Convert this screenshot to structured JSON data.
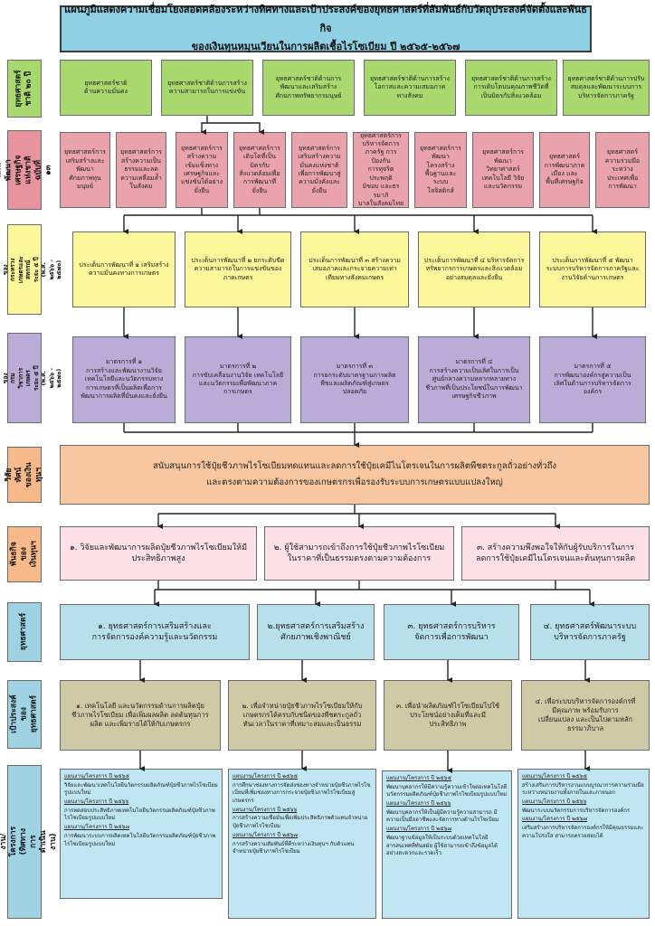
{
  "title": {
    "line1": "แผนภูมิแสดงความเชื่อมโยงสอดคล้องระหว่างทิศทางและเป้าประสงค์ของยุทธศาสตร์ที่สัมพันธ์กับวัตถุประสงค์จัดตั้งและพันธกิจ",
    "line2": "ของเงินทุนหมุนเวียนในการผลิตเชื้อไรโซเบียม ปี ๒๕๖๕-๒๕๖๗"
  },
  "row_labels": {
    "national": "ยุทธศาสตร์\nชาติ ๒๐ ปี",
    "plan13": "แผนพัฒนา\nเศรษฐกิจแห่งชาติ\nฉบับที่ ๑๓",
    "ministry": "แผนปฏิบัติราชการของ\nกระทรวงเกษตรและสหกรณ์\nระยะ ๕ ปี\n(พ.ศ. ๒๕๖๖ - ๒๕๗๐)",
    "department": "แผนปฏิบัติราชการของ\nกรมวิชาการเกษตร ระยะ ๕ ปี\n(พ.ศ. ๒๕๖๖ - ๒๕๗๐)",
    "vision": "วิสัยทัศน์\nของเงินทุนฯ",
    "mission": "พันธกิจของ\nเงินทุนฯ",
    "strategy": "ยุทธศาสตร์",
    "goals": "เป้าประสงค์\nของยุทธศาสตร์",
    "projects": "แผนงาน/โครงการ\n(ทิศทางการดำเนินงาน)"
  },
  "national_strategies": [
    "ยุทธศาสตร์ชาติ\nด้านความมั่นคง",
    "ยุทธศาสตร์ชาติด้านการสร้าง\nความสามารถในการแข่งขัน",
    "ยุทธศาสตร์ชาติด้านการ\nพัฒนาและเสริมสร้าง\nศักยภาพทรัพยากรมนุษย์",
    "ยุทธศาสตร์ชาติด้านการสร้าง\nโอกาสและความเสมอภาค\nทางสังคม",
    "ยุทธศาสตร์ชาติด้านการสร้าง\nการเติบโตบนคุณภาพชีวิตที่\nเป็นมิตรกับสิ่งแวดล้อม",
    "ยุทธศาสตร์ชาติด้านการปรับ\nสมดุลและพัฒนาระบบการ\nบริหารจัดการภาครัฐ"
  ],
  "plan13_strategies": [
    "ยุทธศาสตร์การ\nเสริมสร้างและ\nพัฒนา\nศักยภาพทุน\nมนุษย์",
    "ยุทธศาสตร์การ\nสร้างความเป็น\nธรรมและลด\nความเหลื่อมล้ำ\nในสังคม",
    "ยุทธศาสตร์การ\nสร้างความ\nเข้มแข็งทาง\nเศรษฐกิจและ\nแข่งขันได้อย่าง\nยั่งยืน",
    "ยุทธศาสตร์การ\nเติบโตที่เป็น\nมิตรกับ\nสิ่งแวดล้อมเพื่อ\nการพัฒนาที่\nยั่งยืน",
    "ยุทธศาสตร์การ\nเสริมสร้างความ\nมั่นคงแห่งชาติ\nเพื่อการพัฒนาสู่\nความมั่งคั่งและ\nยั่งยืน",
    "ยุทธศาสตร์การ\nบริหารจัดการ\nภาครัฐ การป้องกัน\nการทุจริตประพฤติ\nมิชอบ และธรรมาภิ\nบาลในสังคมไทย",
    "ยุทธศาสตร์การ\nพัฒนา\nโครงสร้าง\nพื้นฐานและ\nระบบ\nโลจิสติกส์",
    "ยุทธศาสตร์การ\nพัฒนา\nวิทยาศาสตร์\nเทคโนโลยี วิจัย\nและนวัตกรรม",
    "ยุทธศาสตร์\nการพัฒนาภาค\nเมือง และ\nพื้นที่เศรษฐกิจ",
    "ยุทธศาสตร์\nความร่วมมือ\nระหว่าง\nประเทศเพื่อ\nการพัฒนา"
  ],
  "ministry_issues": [
    "ประเด็นการพัฒนาที่ ๑ เสริมสร้าง\nความมั่นคงทางการเกษตร",
    "ประเด็นการพัฒนาที่ ๒ ยกระดับขีด\nความสามารถในการแข่งขันของ\nภาคเกษตร",
    "ประเด็นการพัฒนาที่ ๓ สร้างความ\nเสมอภาคและกระจายความเท่า\nเทียมทางสังคมเกษตร",
    "ประเด็นการพัฒนาที่ ๔ บริหารจัดการ\nทรัพยากรการเกษตรและสิ่งแวดล้อม\nอย่างสมดุลและยั่งยืน",
    "ประเด็นการพัฒนาที่ ๕ พัฒนา\nระบบการบริหารจัดการภาครัฐและ\nงานวิจัยด้านการเกษตร"
  ],
  "department_measures": [
    "มาตรการที่ ๑\nการสร้างและพัฒนางานวิจัย\nเทคโนโลยีและนวัตกรรมทาง\nการเกษตรที่เป็นผลิตเพื่อการ\nพัฒนาการผลิตที่มั่นคงและยั่งยืน",
    "มาตรการที่ ๒\nการขับเคลื่อนงานวิจัย เทคโนโลยี\nและนวัตกรรมเพื่อพัฒนาภาค\nการเกษตร",
    "มาตรการที่ ๓\nการยกระดับมาตรฐานการผลิต\nพืชและผลิตภัณฑ์สู่เกษตร\nปลอดภัย",
    "มาตรการที่ ๔\nการสร้างความเป็นเลิศในการเป็น\nศูนย์กลางความหลากหลายทาง\nชีวภาพที่เป็นประโยชน์ในการพัฒนา\nเศรษฐกิจชีวภาพ",
    "มาตรการที่ ๕\nการพัฒนาองค์กรสู่ความเป็น\nเลิศในด้านการบริหารจัดการ\nองค์กร"
  ],
  "vision": {
    "line1": "สนับสนุนการใช้ปุ๋ยชีวภาพไรโซเบียมทดแทนและลดการใช้ปุ๋ยเคมีไนโตรเจนในการผลิตพืชตระกูลถั่วอย่างทั่วถึง",
    "line2": "และตรงตามความต้องการของเกษตรกรเพื่อรองรับระบบการเกษตรแบบแปลงใหญ่"
  },
  "missions": [
    "๑. วิจัยและพัฒนาการผลิตปุ๋ยชีวภาพไรโซเบียมให้มี\nประสิทธิภาพสูง",
    "๒. ผู้ใช้สามารถเข้าถึงการใช้ปุ๋ยชีวภาพไรโซเบียม\nในราคาที่เป็นธรรมตรงตามความต้องการ",
    "๓. สร้างความพึงพอใจให้กับผู้รับบริการในการ\nลดการใช้ปุ๋ยเคมีไนโตรเจนและต้นทุนการผลิต"
  ],
  "strategies": [
    "๑. ยุทธศาสตร์การเสริมสร้างและ\nการจัดการองค์ความรู้และนวัตกรรม",
    "๒.ยุทธศาสตร์การเสริมสร้าง\nศักยภาพเชิงพาณิชย์",
    "๓. ยุทธศาสตร์การบริหาร\nจัดการเพื่อการพัฒนา",
    "๔. ยุทธศาสตร์พัฒนาระบบ\nบริหารจัดการภาครัฐ"
  ],
  "goals": [
    "๑. เทคโนโลยี และนวัตกรรมด้านการผลิตปุ๋ย\nชีวภาพไรโซเบียม เพื่อเพิ่มผลผลิต ลดต้นทุนการ\nผลิต และเพิ่มรายได้ให้กับเกษตรกร",
    "๒. เพื่อจำหน่ายปุ๋ยชีวภาพไรโซเบียมให้กับ\nเกษตรกรได้ครบกับชนิดของพืชตระกูลถั่ว\nทันเวลาในราคาที่เหมาะสมและเป็นธรรม",
    "๓. เพื่อนำผลิตภัณฑ์ไรโซเบียมไปใช้\nประโยชน์อย่างเต็มที่และมี\nประสิทธิภาพ",
    "๔. เพื่อระบบบริหารจัดการองค์กรที่\nมีคุณภาพ พร้อมรับการ\nเปลี่ยนแปลง และเป็นไปตามหลัก\nธรรมาภิบาล"
  ],
  "projects": [
    [
      {
        "head": "แผนงาน/โครงการ ปี ๒๕๖๕",
        "body": "วิจัยและพัฒนาเทคโนโลยีนวัตกรรมผลิตภัณฑ์ปุ๋ยชีวภาพไรโซเบียมรูปแบบใหม่"
      },
      {
        "head": "แผนงาน/โครงการ ปี ๒๕๖๖",
        "body": "การทดสอบประสิทธิภาพเทคโนโลยีนวัตกรรมผลิตภัณฑ์ปุ๋ยชีวภาพไรโซเบียมรูปแบบใหม่"
      },
      {
        "head": "แผนงาน/โครงการ ปี ๒๕๖๗",
        "body": "การพัฒนาระบบการผลิตเทคโนโลยีนวัตกรรมผลิตภัณฑ์ปุ๋ยชีวภาพไรโซเบียมรูปแบบใหม่"
      }
    ],
    [
      {
        "head": "แผนงาน/โครงการ ปี ๒๕๖๕",
        "body": "การศึกษาช่องทางการจัดส่งช่องทางจำหน่ายปุ๋ยชีวภาพไรโซเบียมที่เพิ่มช่องทางการกระจายปุ๋ยชีวภาพไรโซเบียมสู่เกษตรกร"
      },
      {
        "head": "แผนงาน/โครงการ ปี ๒๕๖๖",
        "body": "การสร้างความเชื่อมั่นเพื่อเพิ่มประสิทธิภาพตัวแทนจำหน่ายปุ๋ยชีวภาพไรโซเบียม"
      },
      {
        "head": "แผนงาน/โครงการ ปี ๒๕๖๗",
        "body": "การสร้างความสัมพันธ์ที่ดีระหว่างเงินทุนฯ กับตัวแทนจำหน่ายปุ๋ยชีวภาพไรโซเบียม"
      }
    ],
    [
      {
        "head": "แผนงาน/โครงการ ปี ๒๕๖๕",
        "body": "พัฒนาบุคลากรให้มีความรู้ความเข้าใจต่อเทคโนโลยีนวัตกรรมผลิตภัณฑ์ปุ๋ยชีวภาพไรโซเบียมรูปแบบใหม่"
      },
      {
        "head": "แผนงาน/โครงการ ปี ๒๕๖๖",
        "body": "พัฒนาบุคลากรให้เป็นผู้มีความรู้ความสามารถ มีความเป็นมืออาชีพและจัดการทางด้านไรโซเบียม"
      },
      {
        "head": "แผนงาน/โครงการ ปี ๒๕๖๗",
        "body": "พัฒนาฐานข้อมูลให้เป็นระบบด้วยเทคโนโลยีสารสนเทศที่ทันสมัย ผู้ใช้สามารถเข้าถึงข้อมูลได้อย่างสะดวกและรวดเร็ว"
      }
    ],
    [
      {
        "head": "แผนงาน/โครงการ ปี ๒๕๖๕",
        "body": "สร้างเสริมการบริหารงานแบบบูรณาการความร่วมมือระหว่างหน่วยงานทั้งภายในและภายนอก"
      },
      {
        "head": "แผนงาน/โครงการ ปี ๒๕๖๖",
        "body": "พัฒนาระบบนวัตกรรมการบริหารจัดการองค์กร"
      },
      {
        "head": "แผนงาน/โครงการ ปี ๒๕๖๗",
        "body": "เสริมสร้างการบริหารจัดการองค์กรให้มีคุณธรรมและความโปร่งใส สามารถตรวจสอบได้"
      }
    ]
  ],
  "colors": {
    "title": "#8fd0e4",
    "label": "#e9736e",
    "national": "#a8d86e",
    "plan13": "#eaa3ac",
    "ministry": "#fbf79a",
    "department": "#b9acd6",
    "vision": "#f8c79f",
    "mission": "#fde0e7",
    "strategy": "#b7e0ec",
    "goal": "#cfcaa6",
    "project": "#bfe6f2"
  }
}
